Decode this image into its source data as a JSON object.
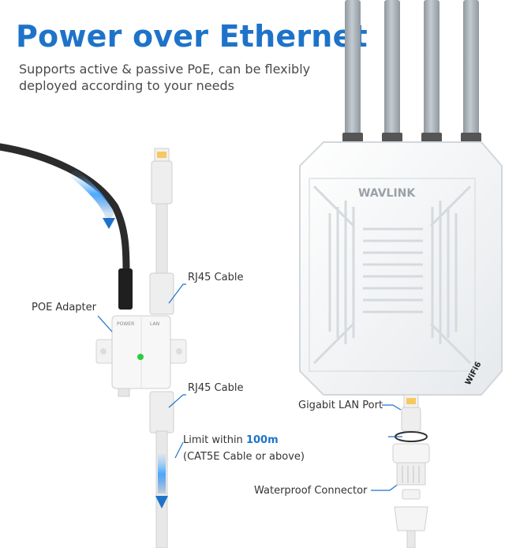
{
  "header": {
    "title": "Power over Ethernet",
    "subtitle_line1": "Supports active & passive PoE, can be flexibly",
    "subtitle_line2": "deployed according to your needs"
  },
  "labels": {
    "poe_adapter": "POE Adapter",
    "rj45_top": "RJ45 Cable",
    "rj45_bottom": "RJ45 Cable",
    "limit_prefix": "Limit within ",
    "limit_value": "100m",
    "limit_note": "(CAT5E Cable or above)",
    "gigabit_lan_port": "Gigabit LAN Port",
    "waterproof_connector": "Waterproof Connector"
  },
  "device": {
    "brand": "WAVLINK",
    "badge": "WiFi6"
  },
  "adapter": {
    "port_in": "POWER",
    "port_out": "LAN"
  },
  "colors": {
    "accent": "#1e73c9",
    "cable": "#e8e8e8",
    "device": "#f6f7f8",
    "antenna": "#a9b2ba",
    "led": "#2ecc40"
  }
}
